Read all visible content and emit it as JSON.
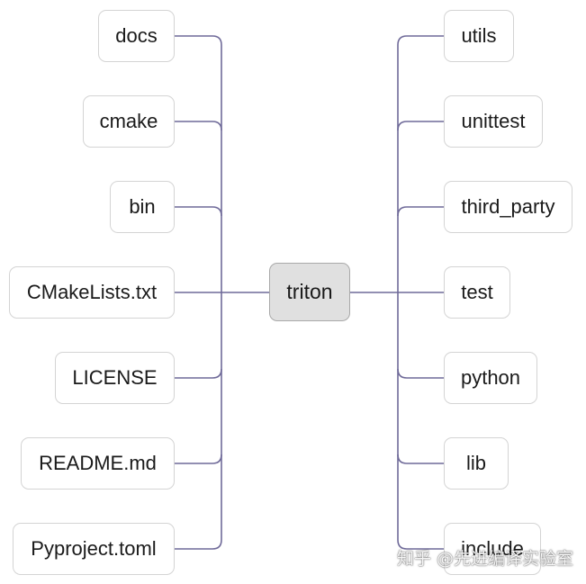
{
  "root": {
    "label": "triton"
  },
  "left_branches": [
    {
      "label": "docs"
    },
    {
      "label": "cmake"
    },
    {
      "label": "bin"
    },
    {
      "label": "CMakeLists.txt"
    },
    {
      "label": "LICENSE"
    },
    {
      "label": "README.md"
    },
    {
      "label": "Pyproject.toml"
    }
  ],
  "right_branches": [
    {
      "label": "utils"
    },
    {
      "label": "unittest"
    },
    {
      "label": "third_party"
    },
    {
      "label": "test"
    },
    {
      "label": "python"
    },
    {
      "label": "lib"
    },
    {
      "label": "include"
    }
  ],
  "watermark": "知乎 @先进编译实验室",
  "colors": {
    "connector": "#6f6a99",
    "root_fill": "#e0e0e0",
    "node_border": "#d4d4d4"
  }
}
